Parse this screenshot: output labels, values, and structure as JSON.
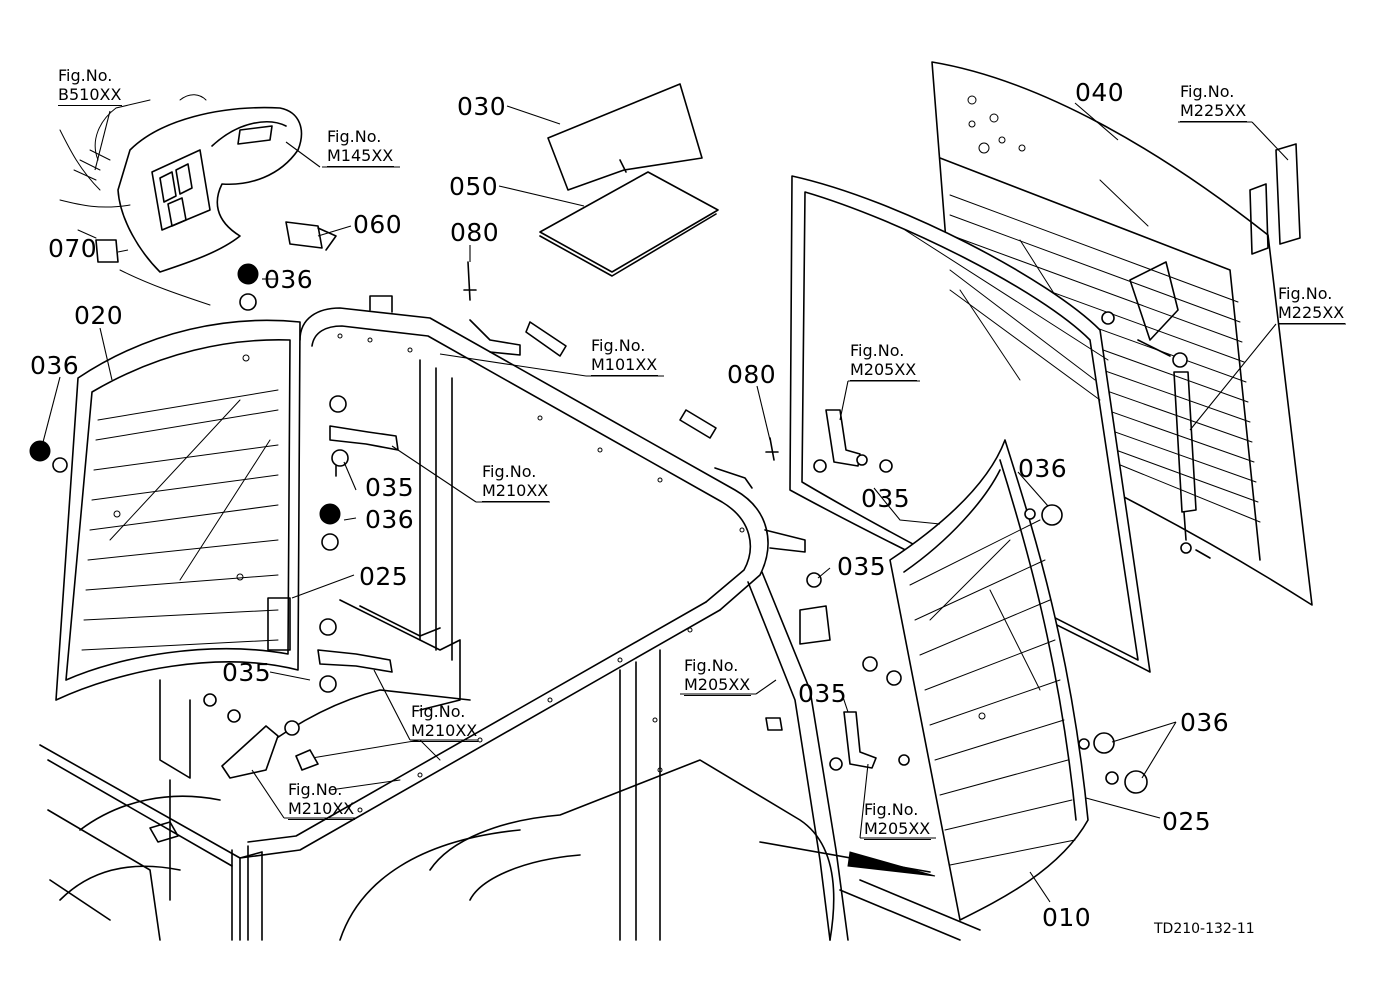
{
  "drawing_code": "TD210-132-11",
  "fig_prefix": "Fig.No.",
  "part_labels": {
    "p010": "010",
    "p020": "020",
    "p025_a": "025",
    "p025_b": "025",
    "p030": "030",
    "p035_a": "035",
    "p035_b": "035",
    "p035_c": "035",
    "p035_d": "035",
    "p035_e": "035",
    "p036_a": "036",
    "p036_b": "036",
    "p036_c": "036",
    "p036_d": "036",
    "p036_e": "036",
    "p040": "040",
    "p050": "050",
    "p060": "060",
    "p070": "070",
    "p080_a": "080",
    "p080_b": "080"
  },
  "fig_refs": {
    "b510": "B510XX",
    "m145": "M145XX",
    "m101": "M101XX",
    "m225_a": "M225XX",
    "m225_b": "M225XX",
    "m205_a": "M205XX",
    "m205_b": "M205XX",
    "m205_c": "M205XX",
    "m210_a": "M210XX",
    "m210_b": "M210XX",
    "m210_c": "M210XX"
  }
}
